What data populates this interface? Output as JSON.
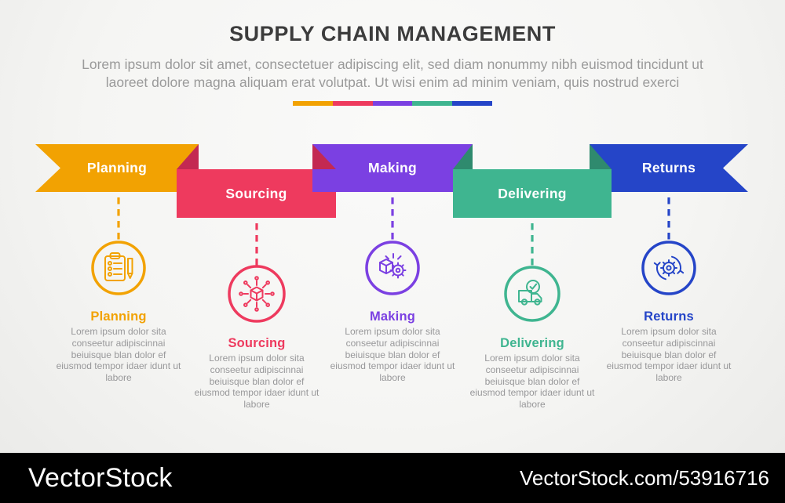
{
  "header": {
    "title": "SUPPLY CHAIN MANAGEMENT",
    "subtitle_line1": "Lorem ipsum dolor sit amet, consectetuer adipiscing elit, sed diam nonummy nibh euismod tincidunt ut",
    "subtitle_line2": "laoreet dolore magna aliquam erat volutpat. Ut wisi enim ad minim veniam, quis nostrud exerci"
  },
  "stages": [
    {
      "ribbon_label": "Planning",
      "heading": "Planning",
      "body": "Lorem ipsum dolor sita conseetur adipiscinnai beiuisque blan dolor ef eiusmod tempor idaer idunt ut labore",
      "color": "#f2a202",
      "icon": "clipboard-checklist-icon"
    },
    {
      "ribbon_label": "Sourcing",
      "heading": "Sourcing",
      "body": "Lorem ipsum dolor sita conseetur adipiscinnai beiuisque blan dolor ef eiusmod tempor idaer idunt ut labore",
      "color": "#ee3a5e",
      "fold_color": "#c32952",
      "icon": "distribution-cube-icon"
    },
    {
      "ribbon_label": "Making",
      "heading": "Making",
      "body": "Lorem ipsum dolor sita conseetur adipiscinnai beiuisque blan dolor ef eiusmod tempor idaer idunt ut labore",
      "color": "#7b40e2",
      "icon": "production-gear-box-icon"
    },
    {
      "ribbon_label": "Delivering",
      "heading": "Delivering",
      "body": "Lorem ipsum dolor sita conseetur adipiscinnai beiuisque blan dolor ef eiusmod tempor idaer idunt ut labore",
      "color": "#3fb590",
      "fold_color": "#2f8a6e",
      "icon": "truck-check-icon"
    },
    {
      "ribbon_label": "Returns",
      "heading": "Returns",
      "body": "Lorem ipsum dolor sita conseetur adipiscinnai beiuisque blan dolor ef eiusmod tempor idaer idunt ut labore",
      "color": "#2545c8",
      "icon": "gear-cycle-icon"
    }
  ],
  "watermark": {
    "logo_text": "VectorStock",
    "site_text": "VectorStock.com/53916716",
    "bar_color": "#000000"
  }
}
